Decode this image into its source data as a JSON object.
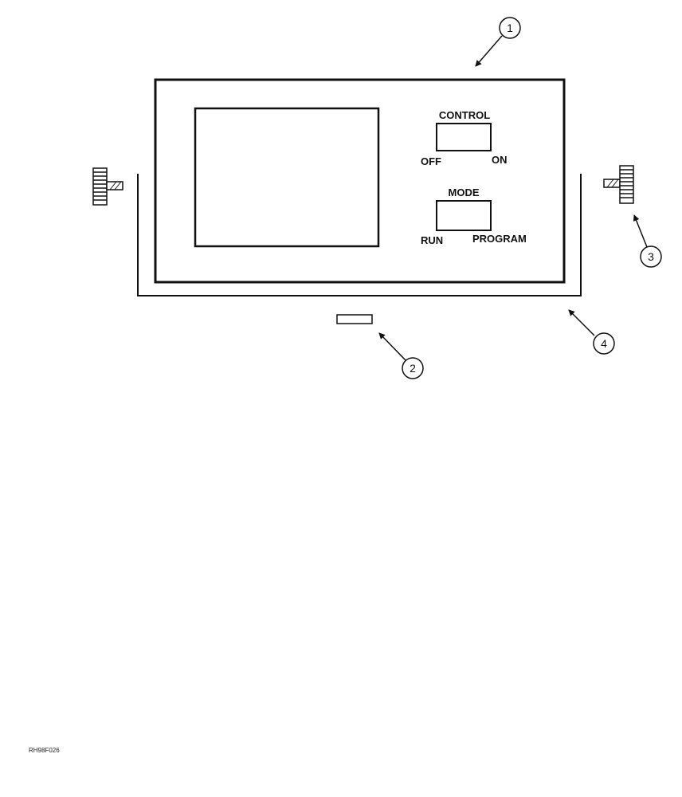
{
  "panel": {
    "control_switch": {
      "title": "CONTROL",
      "left_position": "OFF",
      "right_position": "ON"
    },
    "mode_switch": {
      "title": "MODE",
      "left_position": "RUN",
      "right_position": "PROGRAM"
    }
  },
  "callouts": {
    "c1": "1",
    "c2": "2",
    "c3": "3",
    "c4": "4"
  },
  "figure_code": "RH98F026"
}
